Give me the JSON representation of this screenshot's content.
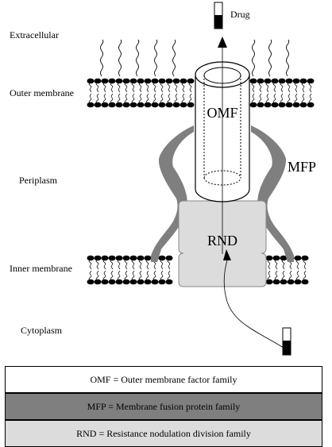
{
  "labels": {
    "extracellular": "Extracellular",
    "outer_membrane": "Outer membrane",
    "periplasm": "Periplasm",
    "inner_membrane": "Inner membrane",
    "cytoplasm": "Cytoplasm",
    "drug": "Drug",
    "omf": "OMF",
    "mfp": "MFP",
    "rnd": "RND"
  },
  "legend": [
    {
      "text": "OMF = Outer membrane factor family",
      "color": "#ffffff"
    },
    {
      "text": "MFP = Membrane fusion protein family",
      "color": "#7f7f7f"
    },
    {
      "text": "RND = Resistance nodulation division family",
      "color": "#dcdcdc"
    }
  ],
  "colors": {
    "mfp": "#7f7f7f",
    "rnd": "#dcdcdc",
    "omf": "#ffffff",
    "lipid_head": "#000000"
  }
}
